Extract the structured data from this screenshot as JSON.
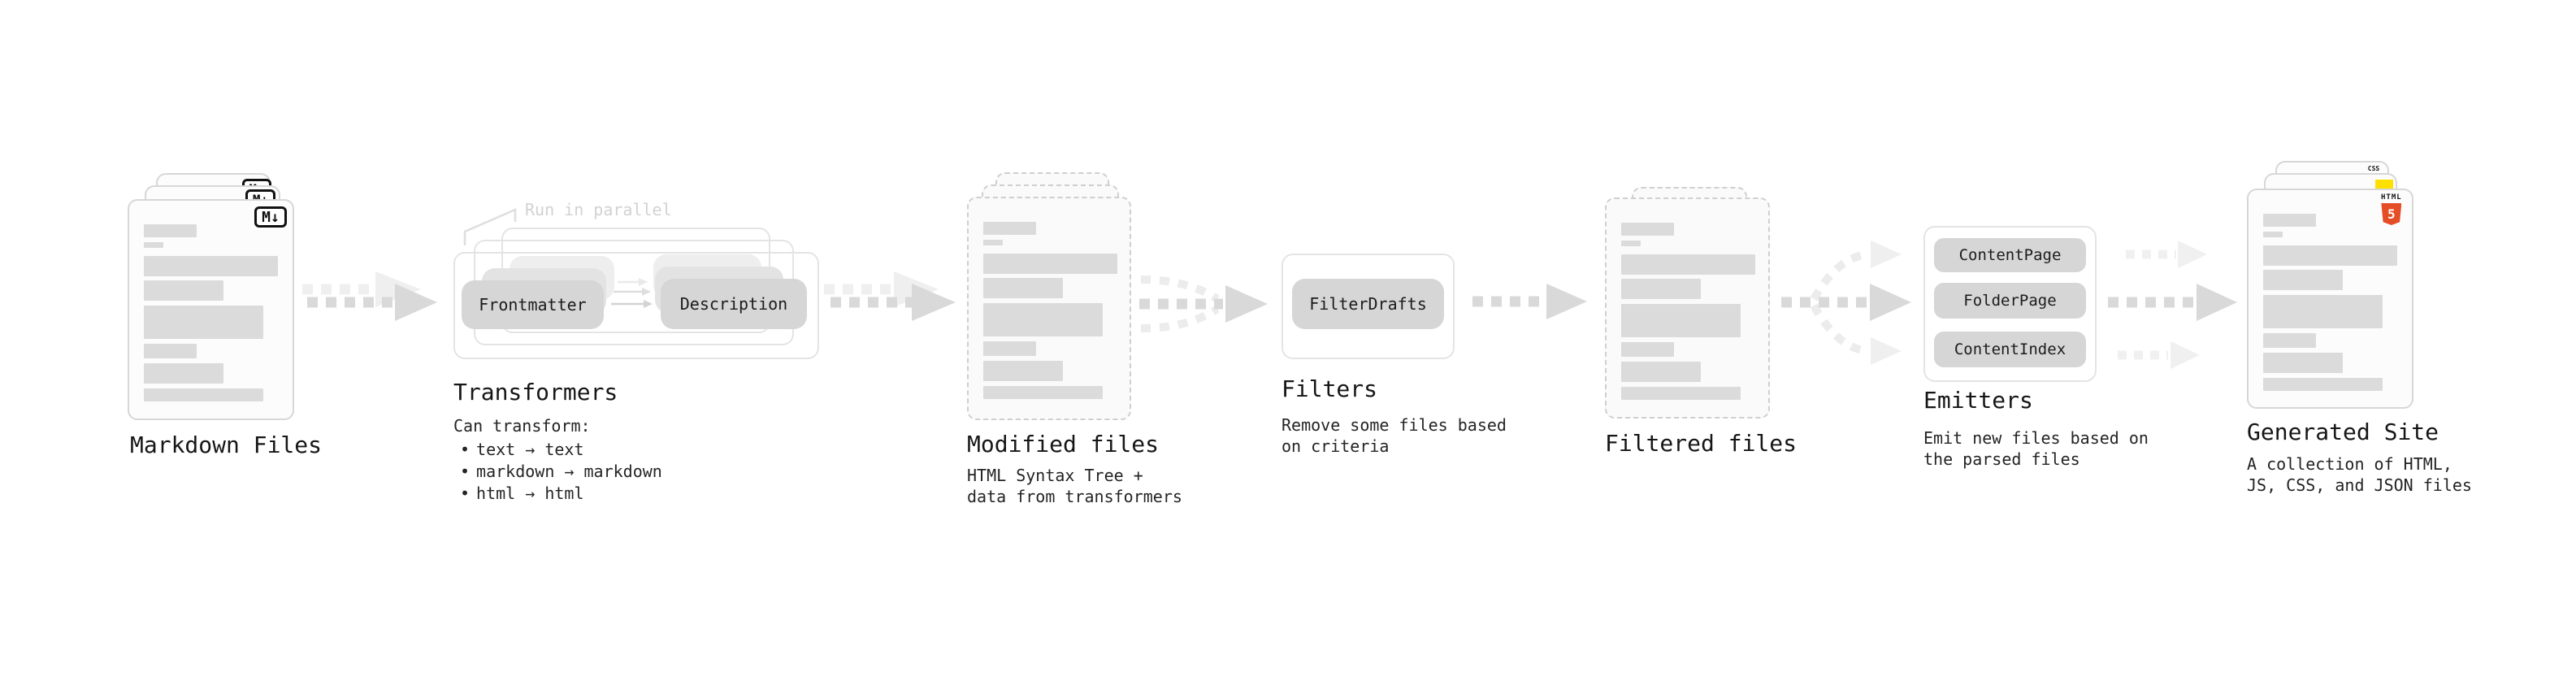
{
  "diagram": {
    "annotation": {
      "run_in_parallel": "Run in parallel",
      "bullet": "•"
    },
    "icons": {
      "markdown_badge": "M↓",
      "html5_label": "HTML",
      "html5_number": "5",
      "css_label": "CSS",
      "colors": {
        "html5_orange": "#e44d26",
        "js_yellow": "#ffe001",
        "css_blue": "#2f6ce0"
      }
    },
    "stages": {
      "markdown_files": {
        "title": "Markdown Files"
      },
      "transformers": {
        "title": "Transformers",
        "subtitle": "Can transform:",
        "bullets": [
          "text → text",
          "markdown → markdown",
          "html → html"
        ],
        "pills": {
          "frontmatter": "Frontmatter",
          "description": "Description"
        }
      },
      "modified_files": {
        "title": "Modified files",
        "caption": "HTML Syntax Tree +\ndata from transformers"
      },
      "filters": {
        "title": "Filters",
        "caption": "Remove some files based\non criteria",
        "pills": {
          "filter_drafts": "FilterDrafts"
        }
      },
      "filtered_files": {
        "title": "Filtered files"
      },
      "emitters": {
        "title": "Emitters",
        "caption": "Emit new files based on\nthe parsed files",
        "pills": {
          "content_page": "ContentPage",
          "folder_page": "FolderPage",
          "content_index": "ContentIndex"
        }
      },
      "generated_site": {
        "title": "Generated Site",
        "caption": "A collection of HTML,\nJS, CSS, and JSON files"
      }
    }
  }
}
